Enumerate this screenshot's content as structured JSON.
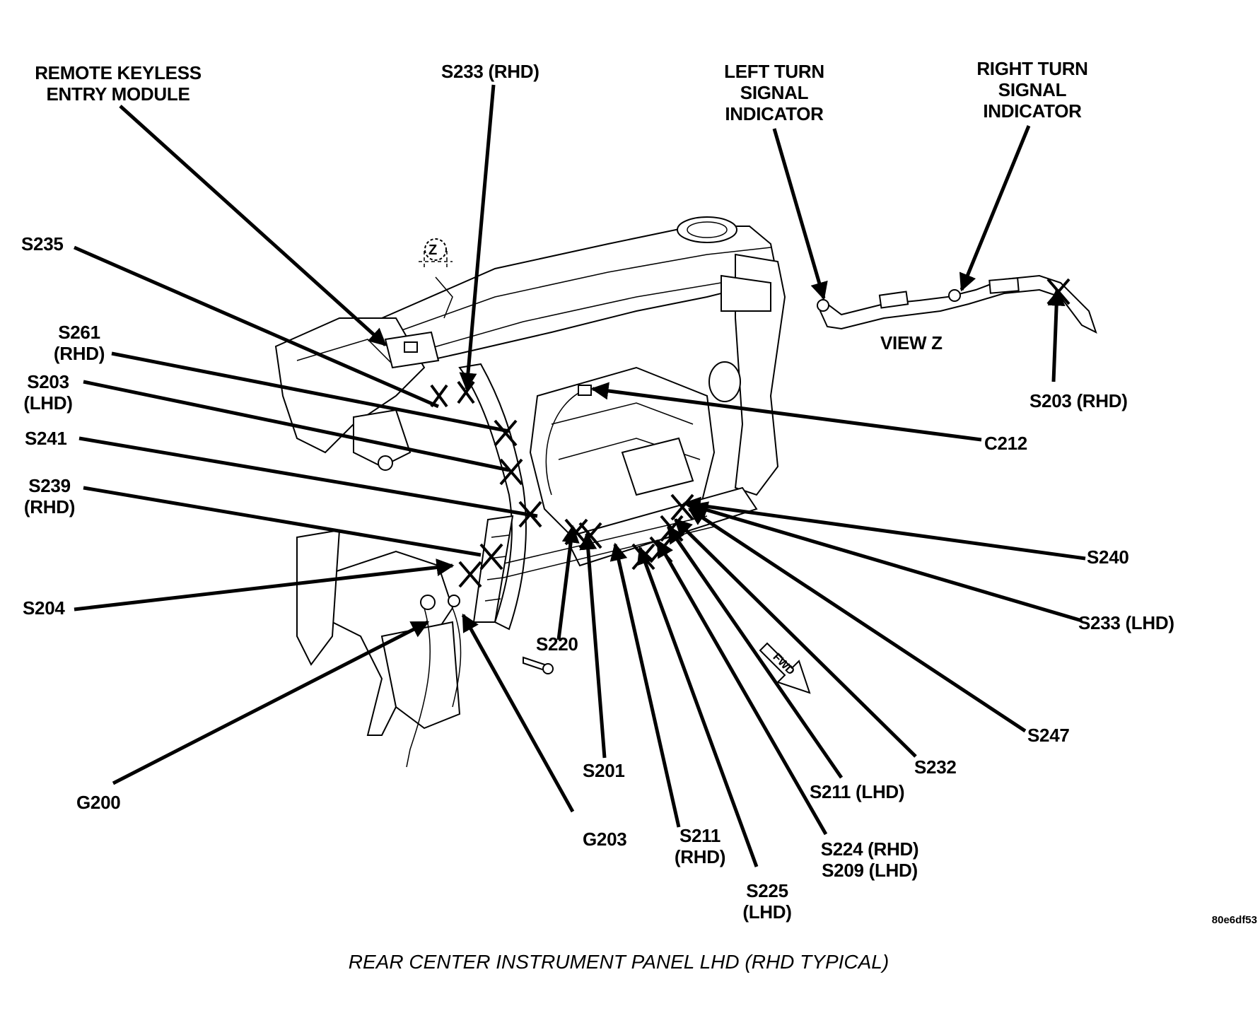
{
  "labels": {
    "rke_module": "REMOTE KEYLESS\nENTRY MODULE",
    "s233_rhd": "S233 (RHD)",
    "left_turn": "LEFT TURN\nSIGNAL\nINDICATOR",
    "right_turn": "RIGHT TURN\nSIGNAL\nINDICATOR",
    "s235": "S235",
    "s261": "S261\n(RHD)",
    "s203_lhd": "S203\n(LHD)",
    "s241": "S241",
    "s239": "S239\n(RHD)",
    "s204": "S204",
    "g200": "G200",
    "g203": "G203",
    "s220": "S220",
    "s201": "S201",
    "s211_rhd": "S211\n(RHD)",
    "s225": "S225\n(LHD)",
    "s224_s209": "S224 (RHD)\nS209 (LHD)",
    "s211_lhd": "S211 (LHD)",
    "s232": "S232",
    "s247": "S247",
    "s233_lhd": "S233 (LHD)",
    "s240": "S240",
    "c212": "C212",
    "s203_rhd": "S203 (RHD)",
    "view_z": "VIEW Z",
    "z_marker": "Z",
    "fwd": "FWD"
  },
  "caption": "REAR CENTER INSTRUMENT PANEL LHD (RHD TYPICAL)",
  "figure_id": "80e6df53"
}
